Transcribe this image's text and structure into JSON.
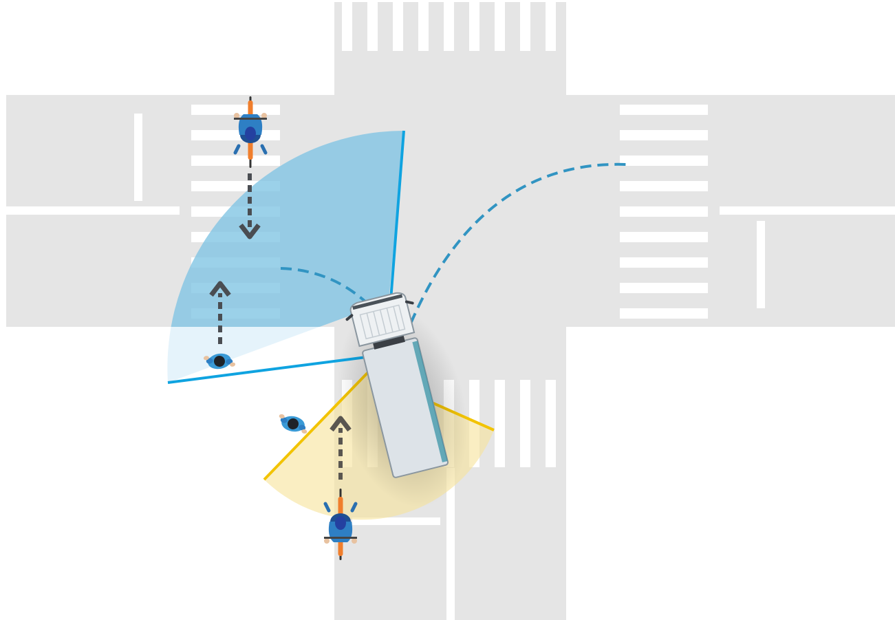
{
  "colors": {
    "background": "#ffffff",
    "road": "#e5e5e5",
    "marking": "#ffffff",
    "blind_spot_blue_fill": "#5fb4da",
    "blind_spot_blue_light": "#cfeaf7",
    "blind_spot_blue_edge": "#0fa3e0",
    "blind_spot_yellow_fill": "#f7e39a",
    "blind_spot_yellow_edge": "#f2c300",
    "turn_path": "#3194c2",
    "direction_arrow": "#4a4d52",
    "truck_body": "#dde3e8",
    "truck_outline": "#8a969f",
    "rider_jersey": "#2e7fc4",
    "bike_frame": "#f07e2c"
  },
  "icons": {
    "cyclist": "cyclist-top-view-icon",
    "pedestrian": "pedestrian-top-view-icon",
    "truck": "truck-top-view-icon",
    "arrow_down": "arrow-down-icon",
    "arrow_up": "arrow-up-icon"
  },
  "scene": {
    "zones": [
      "front-left-blind-spot",
      "rear-side-blind-spot"
    ],
    "turn_paths": [
      "wide-right-turn-path",
      "left-turn-path"
    ],
    "road_users": [
      "truck",
      "cyclist-north",
      "cyclist-south",
      "pedestrian-west",
      "pedestrian-sidewalk"
    ]
  }
}
